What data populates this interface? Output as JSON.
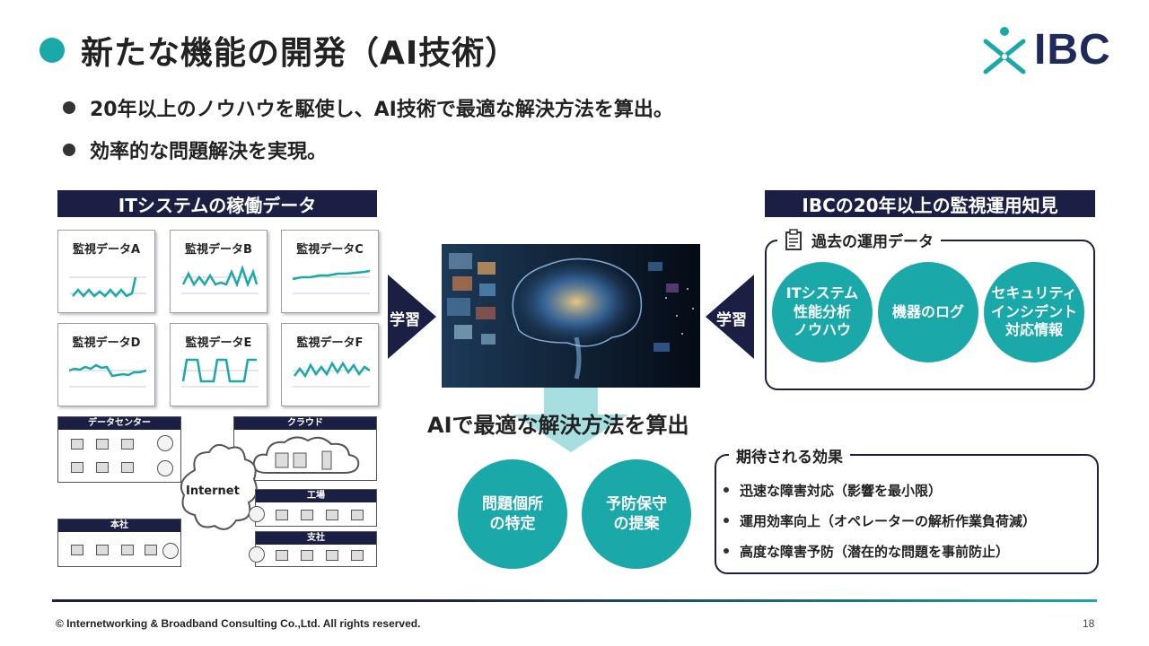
{
  "header": {
    "title": "新たな機能の開発（AI技術）",
    "logo_text": "IBC"
  },
  "bullets": [
    "20年以上のノウハウを駆使し、AI技術で最適な解決方法を算出。",
    "効率的な問題解決を実現。"
  ],
  "left_section": {
    "header": "ITシステムの稼働データ",
    "monitors": [
      {
        "label": "監視データA"
      },
      {
        "label": "監視データB"
      },
      {
        "label": "監視データC"
      },
      {
        "label": "監視データD"
      },
      {
        "label": "監視データE"
      },
      {
        "label": "監視データF"
      }
    ],
    "network": {
      "datacenter": "データセンター",
      "cloud": "クラウド",
      "internet": "Internet",
      "factory": "工場",
      "hq": "本社",
      "branch": "支社"
    }
  },
  "arrows": {
    "left_label": "学習",
    "right_label": "学習"
  },
  "center": {
    "result_title": "AIで最適な解決方法を算出",
    "circles": [
      {
        "line1": "問題個所",
        "line2": "の特定"
      },
      {
        "line1": "予防保守",
        "line2": "の提案"
      }
    ]
  },
  "right_section": {
    "header": "IBCの20年以上の監視運用知見",
    "past_data_title": "過去の運用データ",
    "circles": [
      {
        "line1": "ITシステム",
        "line2": "性能分析",
        "line3": "ノウハウ"
      },
      {
        "line1": "機器のログ",
        "line2": "",
        "line3": ""
      },
      {
        "line1": "セキュリティ",
        "line2": "インシデント",
        "line3": "対応情報"
      }
    ]
  },
  "effects": {
    "title": "期待される効果",
    "items": [
      "迅速な障害対応（影響を最小限）",
      "運用効率向上（オペレーターの解析作業負荷減）",
      "高度な障害予防（潜在的な問題を事前防止）"
    ]
  },
  "footer": {
    "copyright": "© Internetworking & Broadband Consulting Co.,Ltd. All rights reserved.",
    "page_number": "18"
  },
  "colors": {
    "teal": "#1aa8a8",
    "navy": "#1c1f44"
  }
}
